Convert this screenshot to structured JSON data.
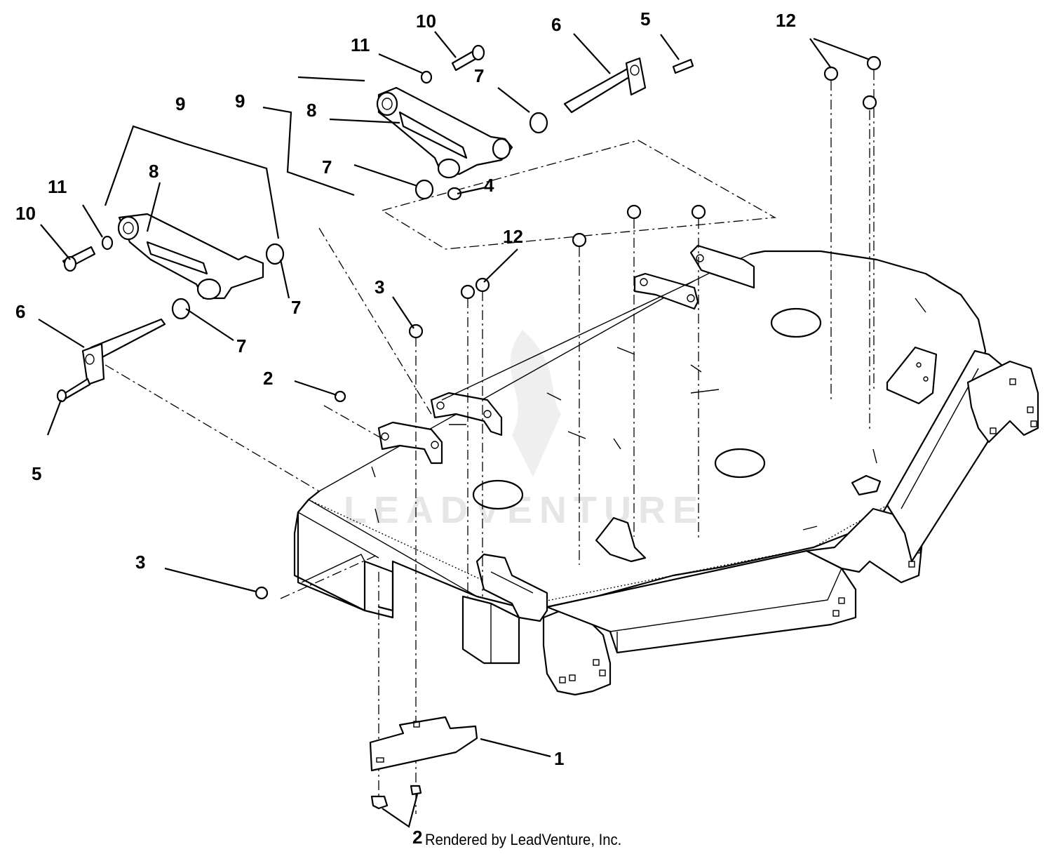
{
  "watermark": "LEADVENTURE",
  "credit": "Rendered by LeadVenture, Inc.",
  "callouts": {
    "c1": "1",
    "c2a": "2",
    "c2b": "2",
    "c3a": "3",
    "c3b": "3",
    "c4": "4",
    "c5a": "5",
    "c5b": "5",
    "c6a": "6",
    "c6b": "6",
    "c7a": "7",
    "c7b": "7",
    "c7c": "7",
    "c7d": "7",
    "c8a": "8",
    "c8b": "8",
    "c9a": "9",
    "c9b": "9",
    "c10a": "10",
    "c10b": "10",
    "c11a": "11",
    "c11b": "11",
    "c12a": "12",
    "c12b": "12"
  }
}
